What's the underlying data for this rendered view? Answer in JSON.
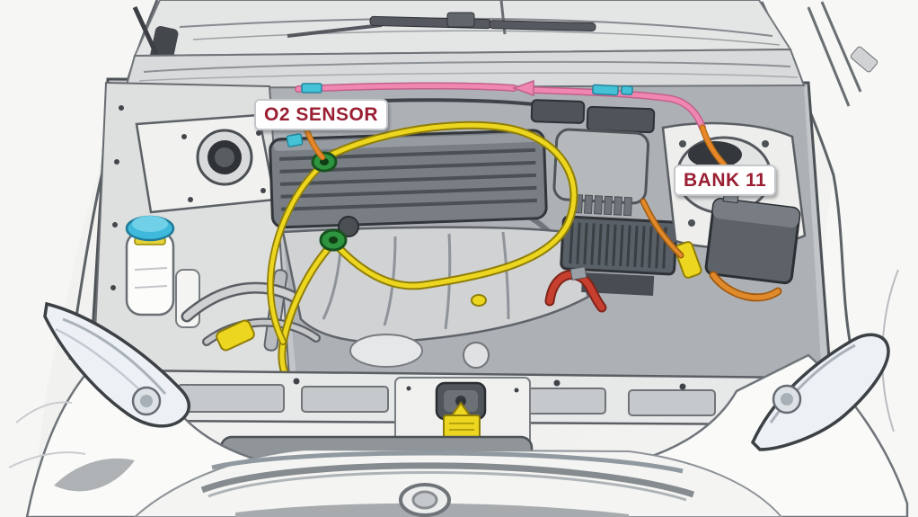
{
  "title": "Car engine bay illustration with O2 sensor location callouts",
  "callouts": {
    "o2_sensor": {
      "label": "O2 SENSOR"
    },
    "bank1": {
      "label": "BANK 11"
    }
  },
  "colors": {
    "callout_text": "#9a1f33",
    "callout_bg": "#ffffff",
    "wire_pink": "#ef87b0",
    "wire_orange": "#e8872a",
    "harness_yellow": "#ecd61f",
    "connector_cyan": "#45c2d6",
    "sensor_green": "#2f9440",
    "hose_red": "#c7402f",
    "reservoir_cap_blue": "#3fb9dc",
    "battery_cable_orange": "#e08a2c"
  },
  "illustration": {
    "description": "Line-art front view of an open engine bay: pink signal wire along the cowl turning orange near the right strut tower, yellow wiring harness looping over the engine, green O2 sensor connectors, coolant bottle with blue cap, air filter box, battery, headlights and grille."
  }
}
